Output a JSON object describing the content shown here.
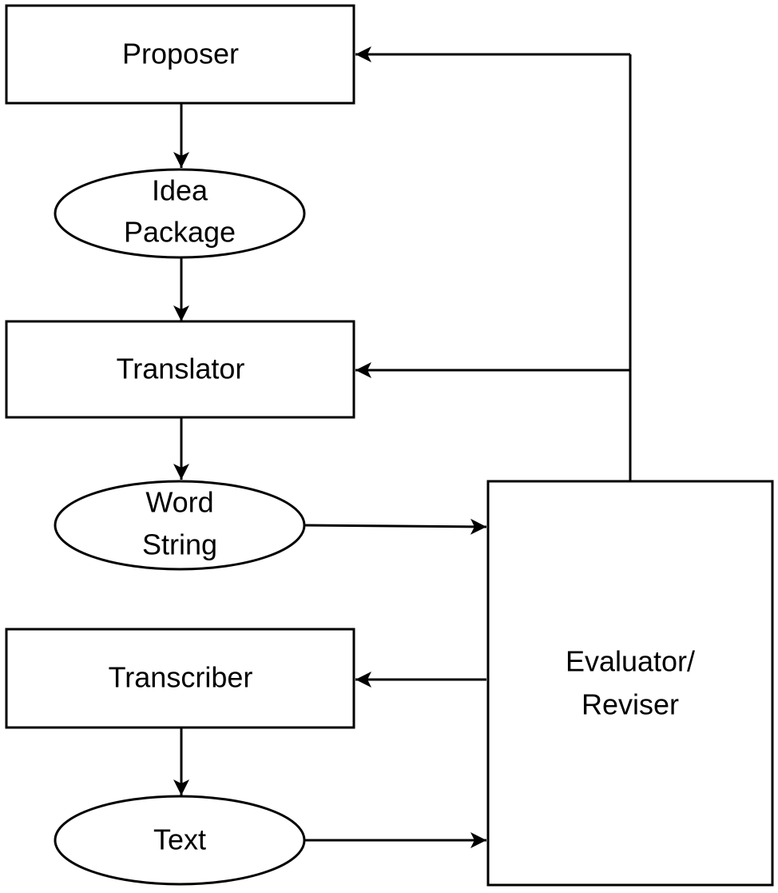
{
  "nodes": {
    "proposer": {
      "label": "Proposer",
      "shape": "rectangle"
    },
    "idea_package": {
      "label_lines": [
        "Idea",
        "Package"
      ],
      "shape": "ellipse"
    },
    "translator": {
      "label": "Translator",
      "shape": "rectangle"
    },
    "word_string": {
      "label_lines": [
        "Word",
        "String"
      ],
      "shape": "ellipse"
    },
    "transcriber": {
      "label": "Transcriber",
      "shape": "rectangle"
    },
    "text": {
      "label": "Text",
      "shape": "ellipse"
    },
    "evaluator_reviser": {
      "label_lines": [
        "Evaluator/",
        "Reviser"
      ],
      "shape": "rectangle"
    }
  },
  "edges": [
    {
      "from": "proposer",
      "to": "idea_package"
    },
    {
      "from": "idea_package",
      "to": "translator"
    },
    {
      "from": "translator",
      "to": "word_string"
    },
    {
      "from": "word_string",
      "to": "evaluator_reviser"
    },
    {
      "from": "transcriber",
      "to": "text"
    },
    {
      "from": "text",
      "to": "evaluator_reviser"
    },
    {
      "from": "evaluator_reviser",
      "to": "proposer"
    },
    {
      "from": "evaluator_reviser",
      "to": "translator"
    },
    {
      "from": "evaluator_reviser",
      "to": "transcriber"
    }
  ],
  "colors": {
    "stroke": "#000000",
    "fill": "#ffffff",
    "text": "#000000"
  }
}
